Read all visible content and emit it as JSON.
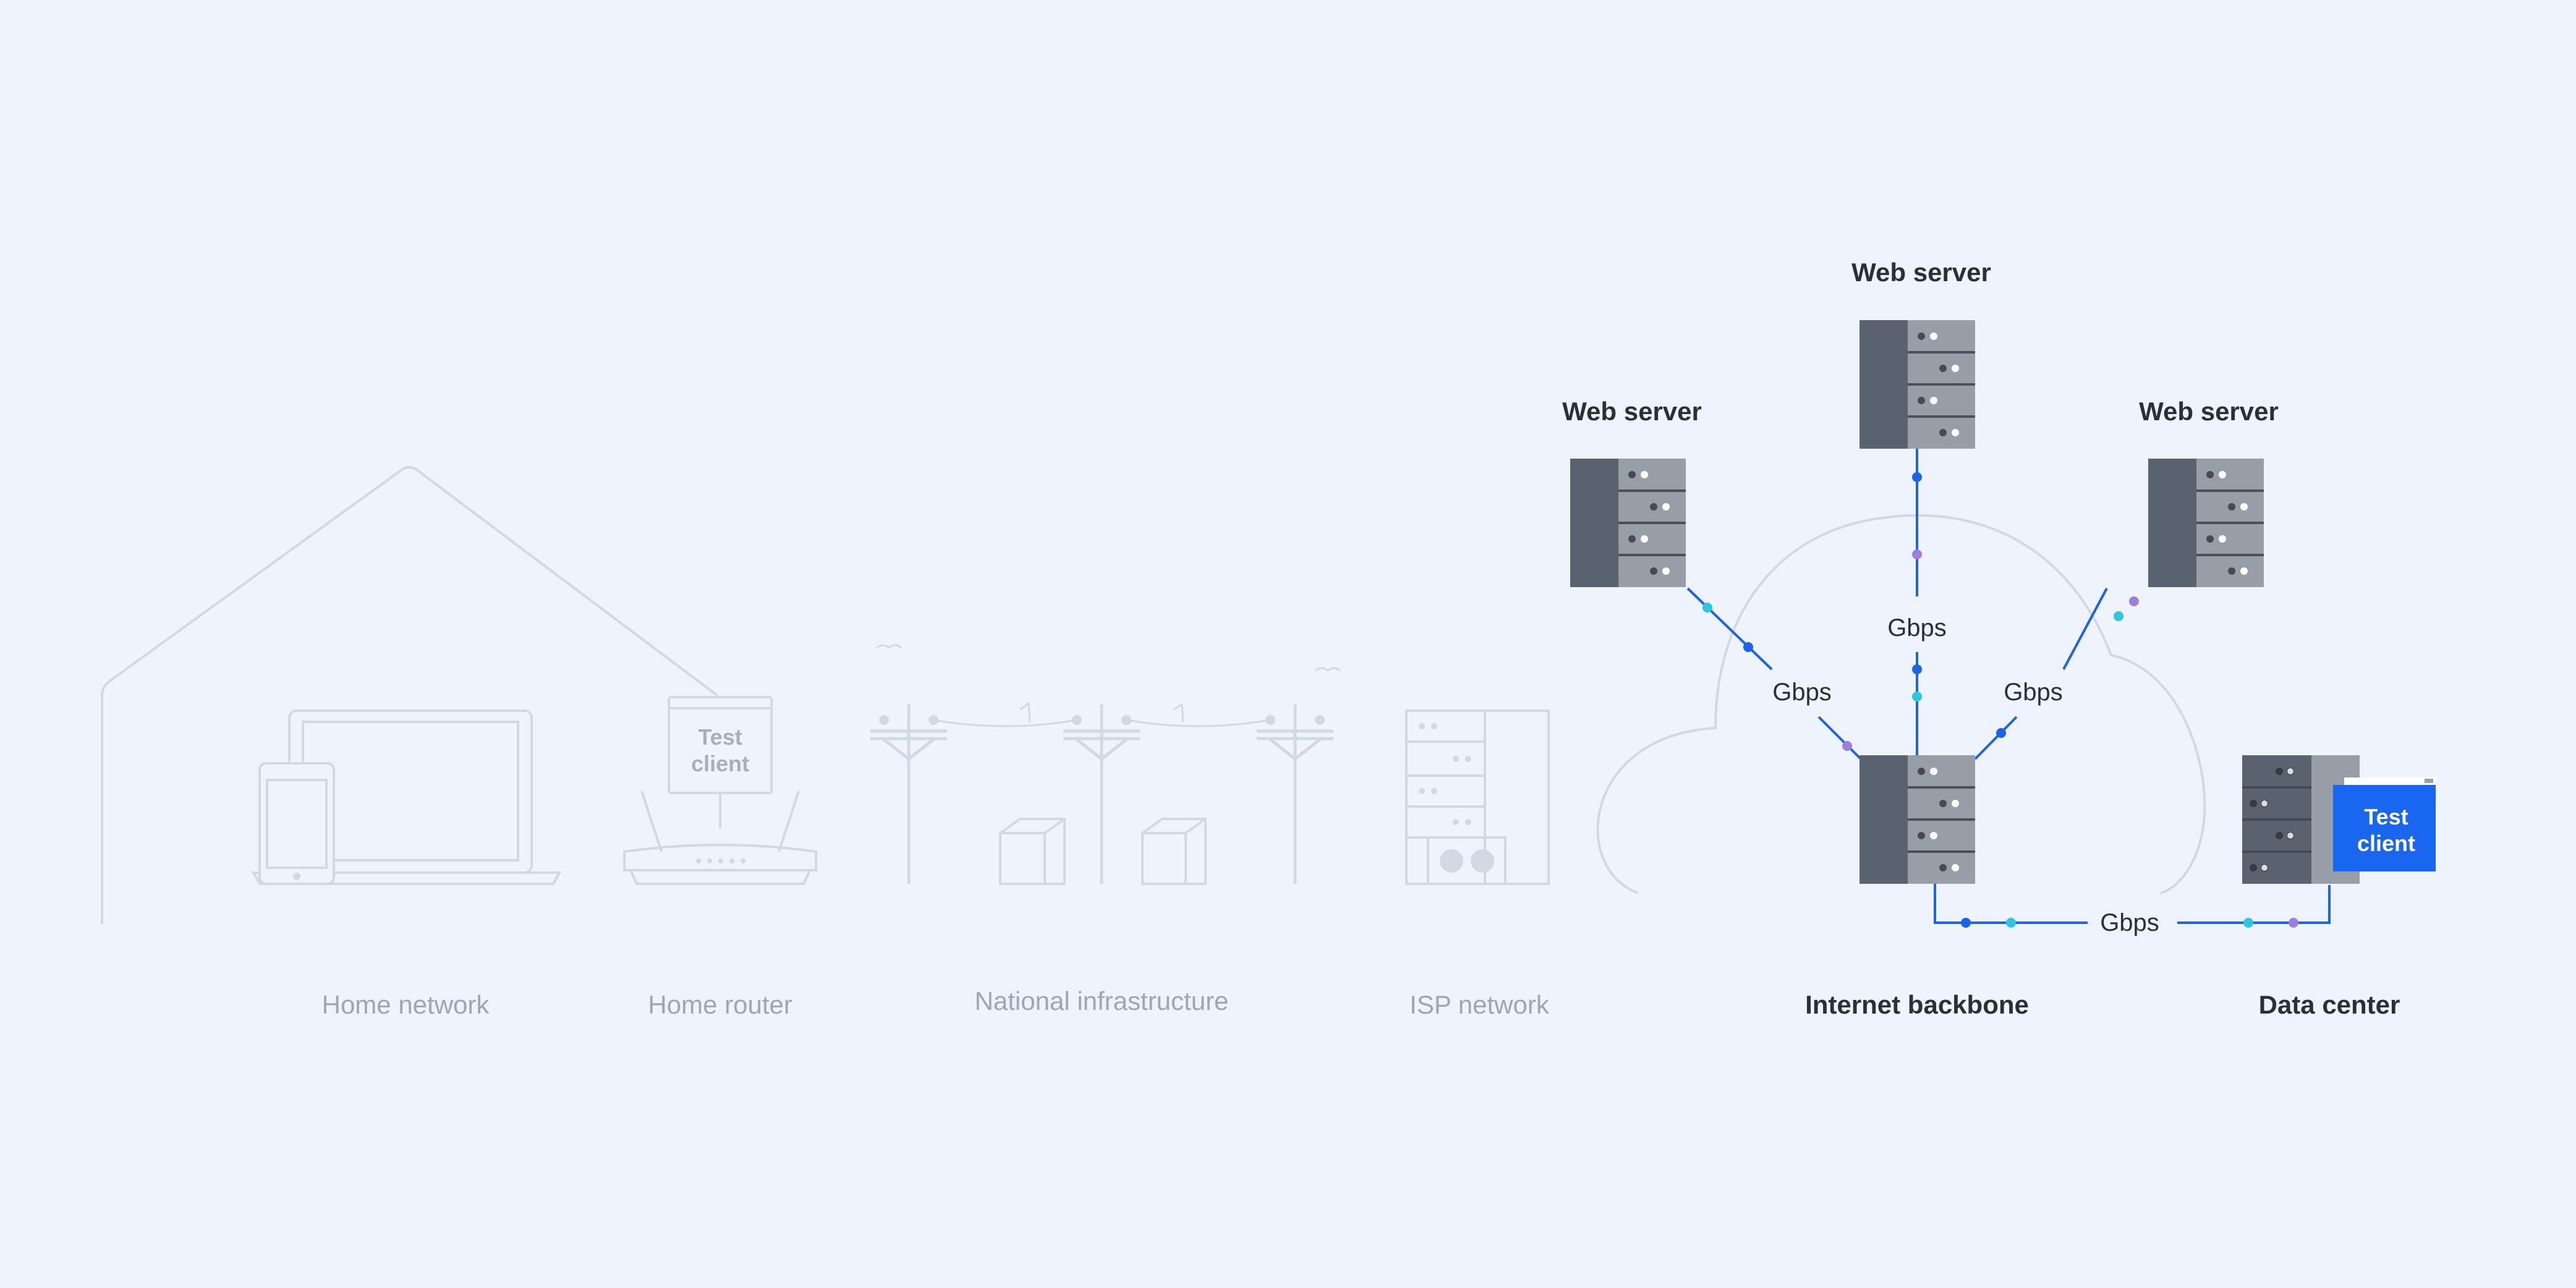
{
  "labels": {
    "home_network": "Home network",
    "home_router": "Home router",
    "national_infrastructure": "National infrastructure",
    "isp_network": "ISP network",
    "internet_backbone": "Internet backbone",
    "data_center": "Data center"
  },
  "web_servers": {
    "left": "Web server",
    "center": "Web server",
    "right": "Web server"
  },
  "speeds": {
    "left": "Gbps",
    "center": "Gbps",
    "right": "Gbps",
    "bottom": "Gbps"
  },
  "test_client": {
    "home": [
      "Test",
      "client"
    ],
    "data_center": [
      "Test",
      "client"
    ]
  },
  "colors": {
    "background": "#eef3fd",
    "faded_line": "#d3d9e4",
    "link_blue": "#1b63e8",
    "dot_cyan": "#2ec6e0",
    "dot_purple": "#9a7ee0",
    "server_dark": "#5b626f",
    "server_light": "#989ea8",
    "client_blue": "#1967f0"
  }
}
